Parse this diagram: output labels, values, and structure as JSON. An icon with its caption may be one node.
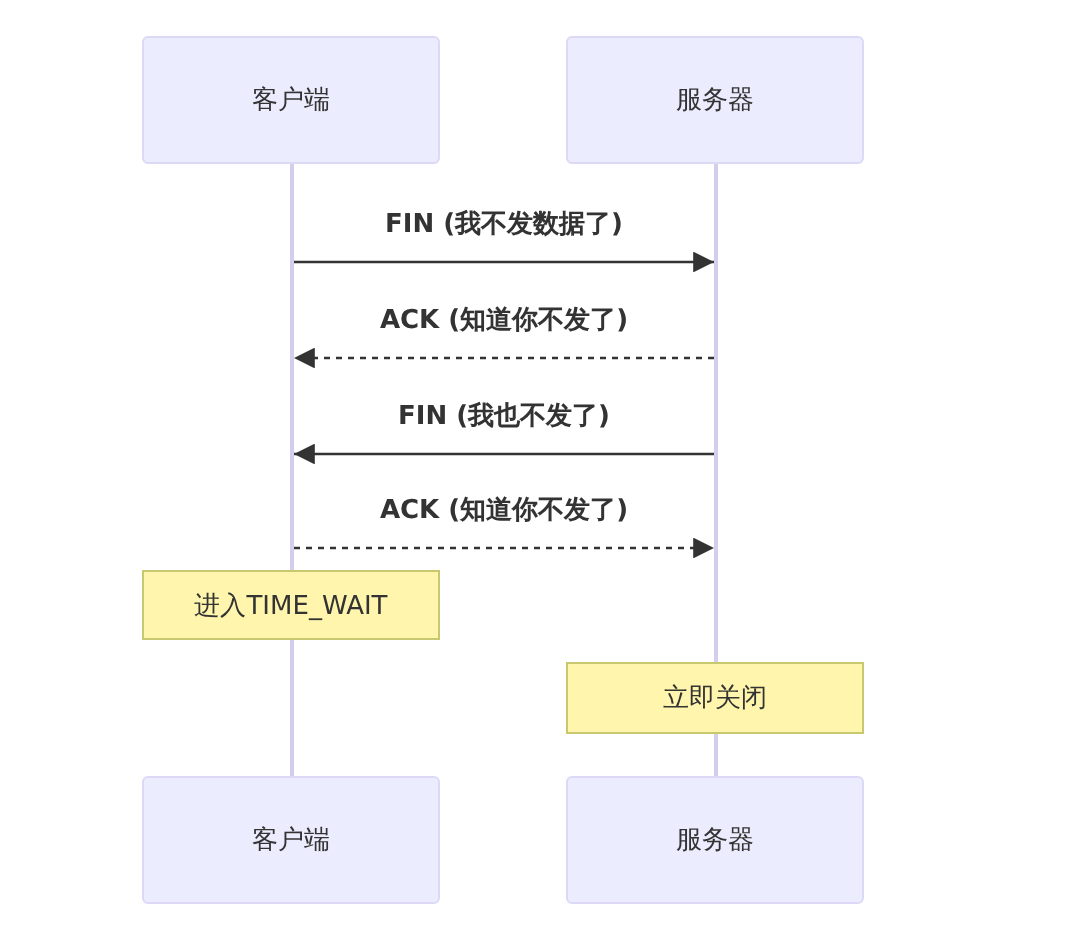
{
  "diagram": {
    "nodes": [
      {
        "text": [
          "客户端"
        ]
      },
      {
        "text": [
          "服务器"
        ]
      },
      {
        "text": [],
        "shape": "line"
      },
      {
        "text": [],
        "shape": "line"
      },
      {
        "text": [
          "进入TIME_WAIT"
        ]
      },
      {
        "text": [],
        "shape": "line"
      },
      {
        "text": [
          "立即关闭"
        ]
      },
      {
        "text": [],
        "shape": "line"
      },
      {
        "text": [
          "客户端"
        ]
      },
      {
        "text": [
          "服务器"
        ]
      }
    ],
    "edges": [
      {
        "from": 2,
        "to": 3,
        "arrow": "to",
        "label": "FIN (我不发数据了)"
      },
      {
        "from": 3,
        "to": 2,
        "arrow": "to",
        "style": "dashed",
        "label": "ACK (知道你不发了)"
      },
      {
        "from": 3,
        "to": 2,
        "arrow": "to",
        "label": "FIN (我也不发了)"
      },
      {
        "from": 2,
        "to": 3,
        "arrow": "to",
        "style": "dashed",
        "label": "ACK (知道你不发了)"
      }
    ]
  }
}
